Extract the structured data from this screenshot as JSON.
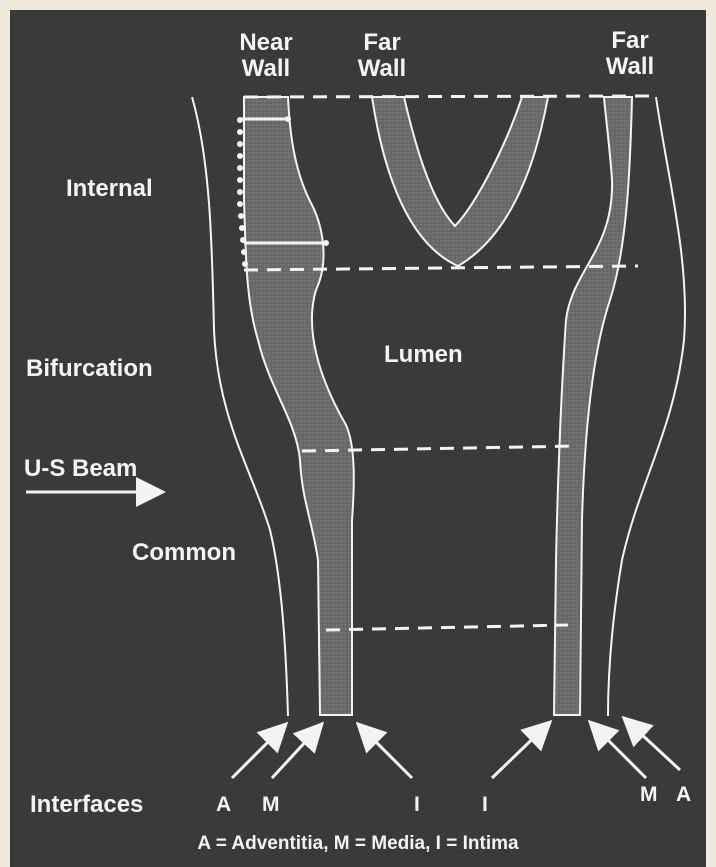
{
  "headers": {
    "near_wall": [
      "Near",
      "Wall"
    ],
    "far_wall_mid": [
      "Far",
      "Wall"
    ],
    "far_wall_right": [
      "Far",
      "Wall"
    ]
  },
  "segments": {
    "internal": "Internal",
    "bifurcation": "Bifurcation",
    "common": "Common"
  },
  "lumen": "Lumen",
  "beam": "U-S Beam",
  "interfaces": {
    "title": "Interfaces",
    "labels": [
      "A",
      "M",
      "I",
      "I",
      "M",
      "A"
    ]
  },
  "legend": "A = Adventitia, M = Media, I = Intima",
  "colors": {
    "background": "#3a3a3a",
    "line": "#f3f3f3",
    "wall_fill": "#6e6e6e"
  }
}
